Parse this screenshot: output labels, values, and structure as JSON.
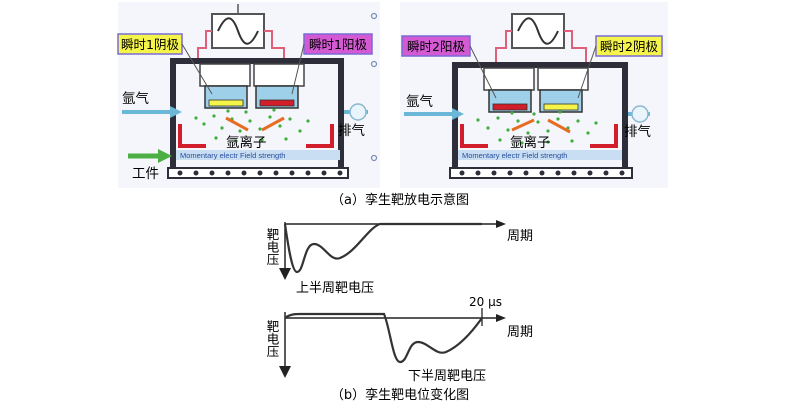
{
  "left_panel": {
    "cathode_left": "瞬时1阴极",
    "anode_right": "瞬时1阳极",
    "gas_in": "氩气",
    "ions": "氩离子",
    "exhaust": "排气",
    "workpiece": "工件",
    "scale_text": "Momentary electr  Field strength"
  },
  "right_panel": {
    "anode_left": "瞬时2阳极",
    "cathode_right": "瞬时2阴极",
    "gas_in": "氩气",
    "ions": "氩离子",
    "exhaust": "排气",
    "scale_text": "Momentary electr  Field strength"
  },
  "caption_a": "（a）孪生靶放电示意图",
  "chart_top": {
    "ylabel": "靶电压",
    "xlabel": "周期",
    "annotation": "上半周靶电压"
  },
  "chart_bottom": {
    "ylabel": "靶电压",
    "xlabel": "周期",
    "annotation": "下半周靶电压",
    "period_label": "20 μs"
  },
  "caption_b": "（b）孪生靶电位变化图",
  "colors": {
    "label_yellow": "#f5f44a",
    "label_magenta": "#d35ad3",
    "chamber": "#2e2e3a",
    "target_blue": "#9fd0ea",
    "ion_green": "#3fae3c",
    "heater_red": "#d21e2a",
    "wire_pink": "#e0607a",
    "arrow_green": "#4caf43"
  }
}
